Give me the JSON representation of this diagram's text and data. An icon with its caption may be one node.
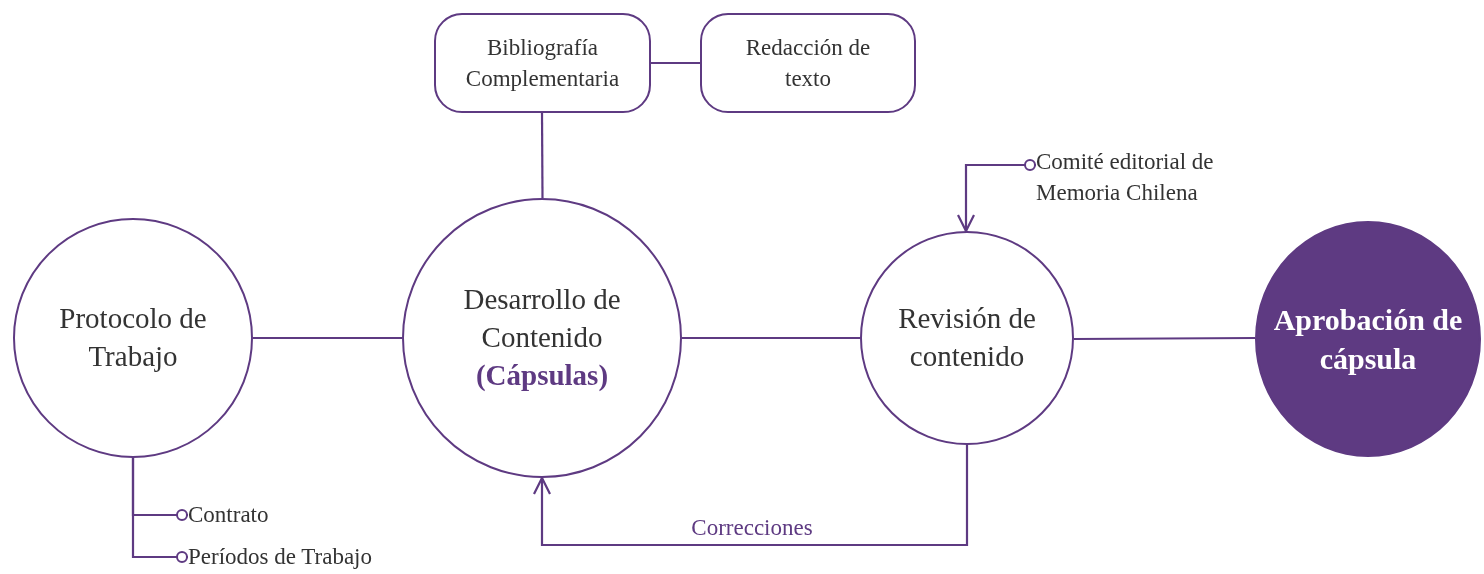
{
  "diagram": {
    "nodes": [
      {
        "text": [
          "Protocolo de Trabajo"
        ]
      },
      {
        "text": [
          "Desarrollo de Contenido **(Cápsulas)**"
        ]
      },
      {
        "text": [
          "Revisión de contenido"
        ]
      },
      {
        "text": [
          "Aprobación de cápsula"
        ]
      },
      {
        "text": [
          "Bibliografía Complementaria"
        ]
      },
      {
        "text": [
          "Redacción de texto"
        ]
      },
      {
        "text": [
          "Comité editorial de Memoria Chilena"
        ]
      },
      {
        "text": [
          "Contrato"
        ]
      },
      {
        "text": [
          "Períodos de Trabajo"
        ]
      }
    ],
    "edges": [
      {
        "from": 0,
        "to": 1,
        "arrow": "none"
      },
      {
        "from": 1,
        "to": 2,
        "arrow": "none"
      },
      {
        "from": 2,
        "to": 3,
        "arrow": "none"
      },
      {
        "from": 4,
        "to": 1,
        "arrow": "none"
      },
      {
        "from": 4,
        "to": 5,
        "arrow": "none"
      },
      {
        "from": 6,
        "to": 2,
        "arrow": "to"
      },
      {
        "from": 2,
        "to": 1,
        "arrow": "to",
        "label": "Correcciones"
      },
      {
        "from": 0,
        "to": 7,
        "arrow": "other"
      },
      {
        "from": 0,
        "to": 8,
        "arrow": "other"
      }
    ]
  }
}
